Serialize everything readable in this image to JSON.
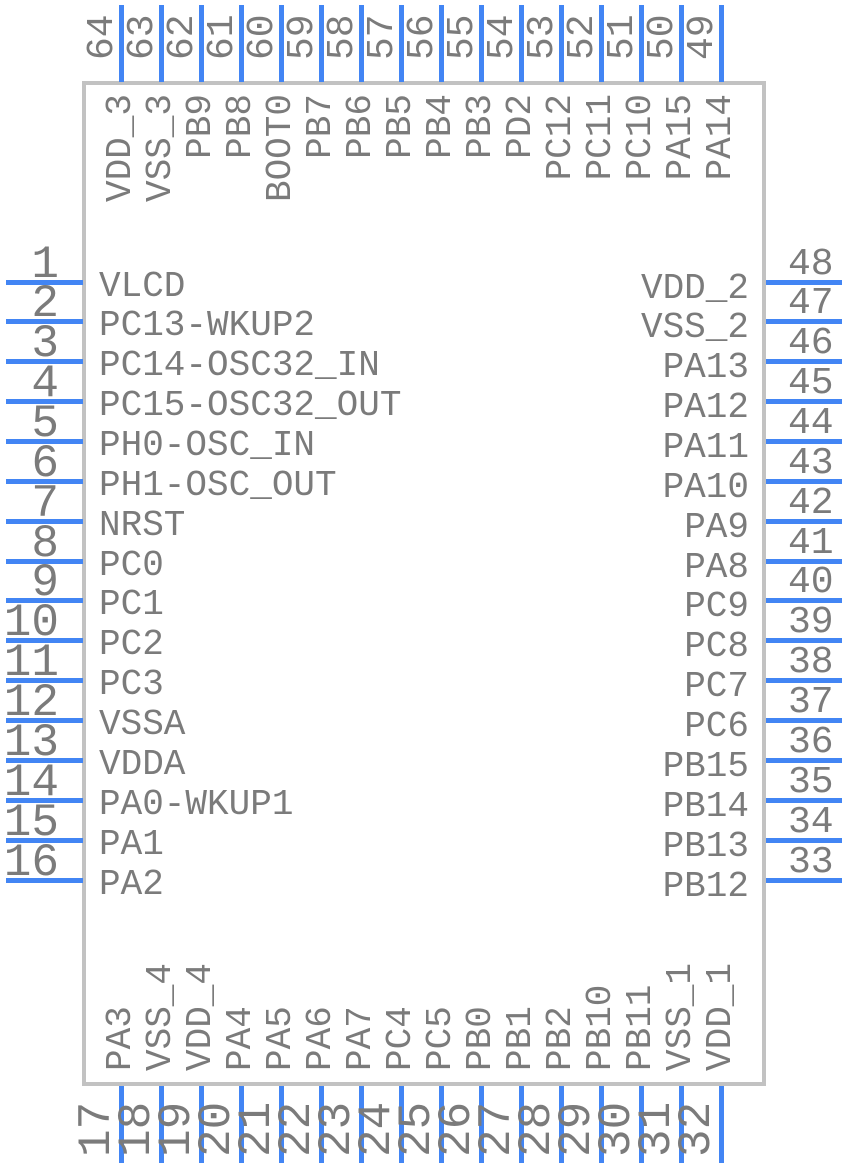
{
  "diagram": {
    "type": "ic-pinout",
    "pin_count": 64
  },
  "colors": {
    "pin_line": "#4285f4",
    "text": "#7b7b7b",
    "chip_border": "#c2c2c2",
    "chip_fill": "#ffffff",
    "background": "#ffffff"
  },
  "pins": {
    "top": [
      {
        "number": "64",
        "label": "VDD_3"
      },
      {
        "number": "63",
        "label": "VSS_3"
      },
      {
        "number": "62",
        "label": "PB9"
      },
      {
        "number": "61",
        "label": "PB8"
      },
      {
        "number": "60",
        "label": "BOOT0"
      },
      {
        "number": "59",
        "label": "PB7"
      },
      {
        "number": "58",
        "label": "PB6"
      },
      {
        "number": "57",
        "label": "PB5"
      },
      {
        "number": "56",
        "label": "PB4"
      },
      {
        "number": "55",
        "label": "PB3"
      },
      {
        "number": "54",
        "label": "PD2"
      },
      {
        "number": "53",
        "label": "PC12"
      },
      {
        "number": "52",
        "label": "PC11"
      },
      {
        "number": "51",
        "label": "PC10"
      },
      {
        "number": "50",
        "label": "PA15"
      },
      {
        "number": "49",
        "label": "PA14"
      }
    ],
    "left": [
      {
        "number": "1",
        "label": "VLCD"
      },
      {
        "number": "2",
        "label": "PC13-WKUP2"
      },
      {
        "number": "3",
        "label": "PC14-OSC32_IN"
      },
      {
        "number": "4",
        "label": "PC15-OSC32_OUT"
      },
      {
        "number": "5",
        "label": "PH0-OSC_IN"
      },
      {
        "number": "6",
        "label": "PH1-OSC_OUT"
      },
      {
        "number": "7",
        "label": "NRST"
      },
      {
        "number": "8",
        "label": "PC0"
      },
      {
        "number": "9",
        "label": "PC1"
      },
      {
        "number": "10",
        "label": "PC2"
      },
      {
        "number": "11",
        "label": "PC3"
      },
      {
        "number": "12",
        "label": "VSSA"
      },
      {
        "number": "13",
        "label": "VDDA"
      },
      {
        "number": "14",
        "label": "PA0-WKUP1"
      },
      {
        "number": "15",
        "label": "PA1"
      },
      {
        "number": "16",
        "label": "PA2"
      }
    ],
    "right": [
      {
        "number": "48",
        "label": "VDD_2"
      },
      {
        "number": "47",
        "label": "VSS_2"
      },
      {
        "number": "46",
        "label": "PA13"
      },
      {
        "number": "45",
        "label": "PA12"
      },
      {
        "number": "44",
        "label": "PA11"
      },
      {
        "number": "43",
        "label": "PA10"
      },
      {
        "number": "42",
        "label": "PA9"
      },
      {
        "number": "41",
        "label": "PA8"
      },
      {
        "number": "40",
        "label": "PC9"
      },
      {
        "number": "39",
        "label": "PC8"
      },
      {
        "number": "38",
        "label": "PC7"
      },
      {
        "number": "37",
        "label": "PC6"
      },
      {
        "number": "36",
        "label": "PB15"
      },
      {
        "number": "35",
        "label": "PB14"
      },
      {
        "number": "34",
        "label": "PB13"
      },
      {
        "number": "33",
        "label": "PB12"
      }
    ],
    "bottom": [
      {
        "number": "17",
        "label": "PA3"
      },
      {
        "number": "18",
        "label": "VSS_4"
      },
      {
        "number": "19",
        "label": "VDD_4"
      },
      {
        "number": "20",
        "label": "PA4"
      },
      {
        "number": "21",
        "label": "PA5"
      },
      {
        "number": "22",
        "label": "PA6"
      },
      {
        "number": "23",
        "label": "PA7"
      },
      {
        "number": "24",
        "label": "PC4"
      },
      {
        "number": "25",
        "label": "PC5"
      },
      {
        "number": "26",
        "label": "PB0"
      },
      {
        "number": "27",
        "label": "PB1"
      },
      {
        "number": "28",
        "label": "PB2"
      },
      {
        "number": "29",
        "label": "PB10"
      },
      {
        "number": "30",
        "label": "PB11"
      },
      {
        "number": "31",
        "label": "VSS_1"
      },
      {
        "number": "32",
        "label": "VDD_1"
      }
    ]
  }
}
